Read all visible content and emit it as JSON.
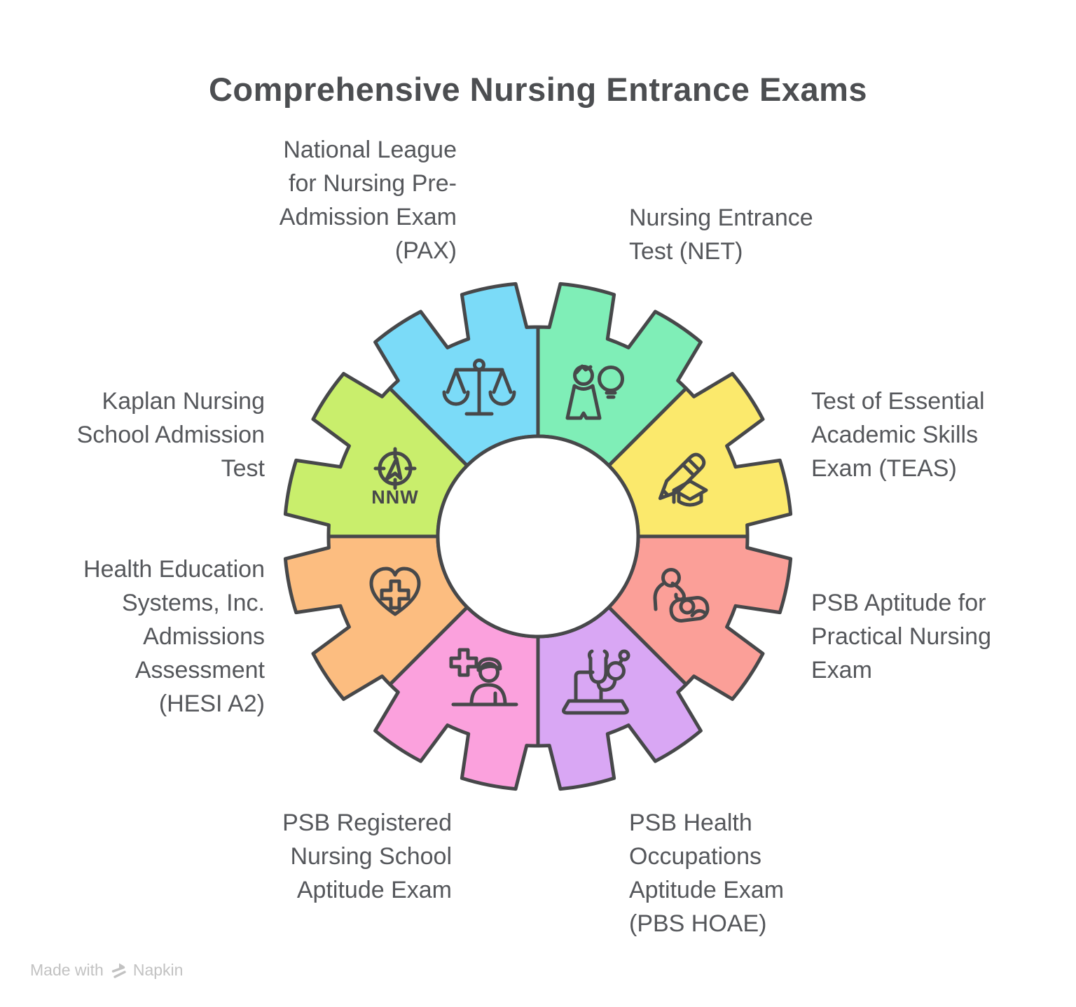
{
  "title": "Comprehensive Nursing Entrance Exams",
  "diagram": {
    "type": "gear-wheel",
    "outline_color": "#47484a",
    "hub_color": "#ffffff",
    "segments": [
      {
        "id": "net",
        "label": "Nursing Entrance\nTest (NET)",
        "color": "#7feeb7",
        "icon": "person-lightbulb-icon"
      },
      {
        "id": "teas",
        "label": "Test of Essential\nAcademic Skills\nExam (TEAS)",
        "color": "#fbe96c",
        "icon": "pencil-graduation-icon"
      },
      {
        "id": "psb-practical",
        "label": "PSB Aptitude for\nPractical Nursing\nExam",
        "color": "#fb9f98",
        "icon": "caregiver-icon"
      },
      {
        "id": "psb-hoae",
        "label": "PSB Health\nOccupations\nAptitude Exam\n(PBS HOAE)",
        "color": "#d9a7f4",
        "icon": "stethoscope-laptop-icon"
      },
      {
        "id": "psb-registered",
        "label": "PSB Registered\nNursing School\nAptitude Exam",
        "color": "#fba1dd",
        "icon": "nurse-desk-icon"
      },
      {
        "id": "hesi",
        "label": "Health Education\nSystems, Inc.\nAdmissions\nAssessment\n(HESI A2)",
        "color": "#fcbd80",
        "icon": "heart-cross-icon"
      },
      {
        "id": "kaplan",
        "label": "Kaplan Nursing\nSchool Admission\nTest",
        "color": "#c9ee6c",
        "icon": "compass-icon",
        "icon_label": "NNW"
      },
      {
        "id": "pax",
        "label": "National League\nfor Nursing Pre-\nAdmission Exam\n(PAX)",
        "color": "#7bdbf8",
        "icon": "scales-icon"
      }
    ]
  },
  "footer": {
    "made_with": "Made with",
    "brand": "Napkin"
  }
}
